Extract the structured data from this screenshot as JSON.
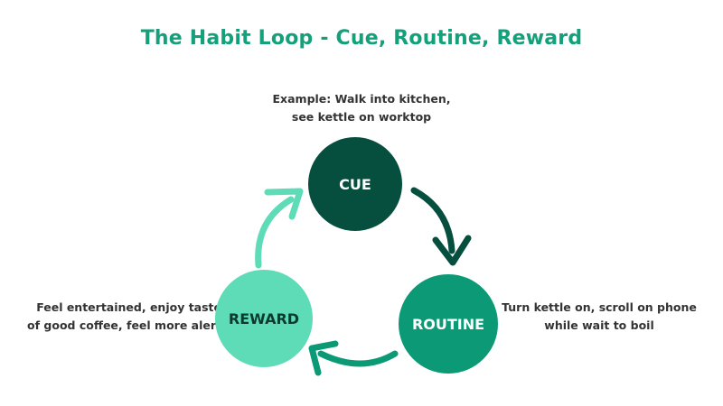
{
  "title": "The Habit Loop - Cue, Routine, Reward",
  "nodes": {
    "cue": {
      "label": "CUE",
      "caption_line1": "Example: Walk into kitchen,",
      "caption_line2": "see kettle on worktop"
    },
    "routine": {
      "label": "ROUTINE",
      "caption_line1": "Turn kettle on, scroll on phone",
      "caption_line2": "while wait to boil"
    },
    "reward": {
      "label": "REWARD",
      "caption_line1": "Feel entertained, enjoy taste",
      "caption_line2": "of good coffee, feel more alert"
    }
  },
  "colors": {
    "title": "#14a07a",
    "cue": "#064e3e",
    "routine": "#0c9a76",
    "reward": "#5edbb7"
  }
}
